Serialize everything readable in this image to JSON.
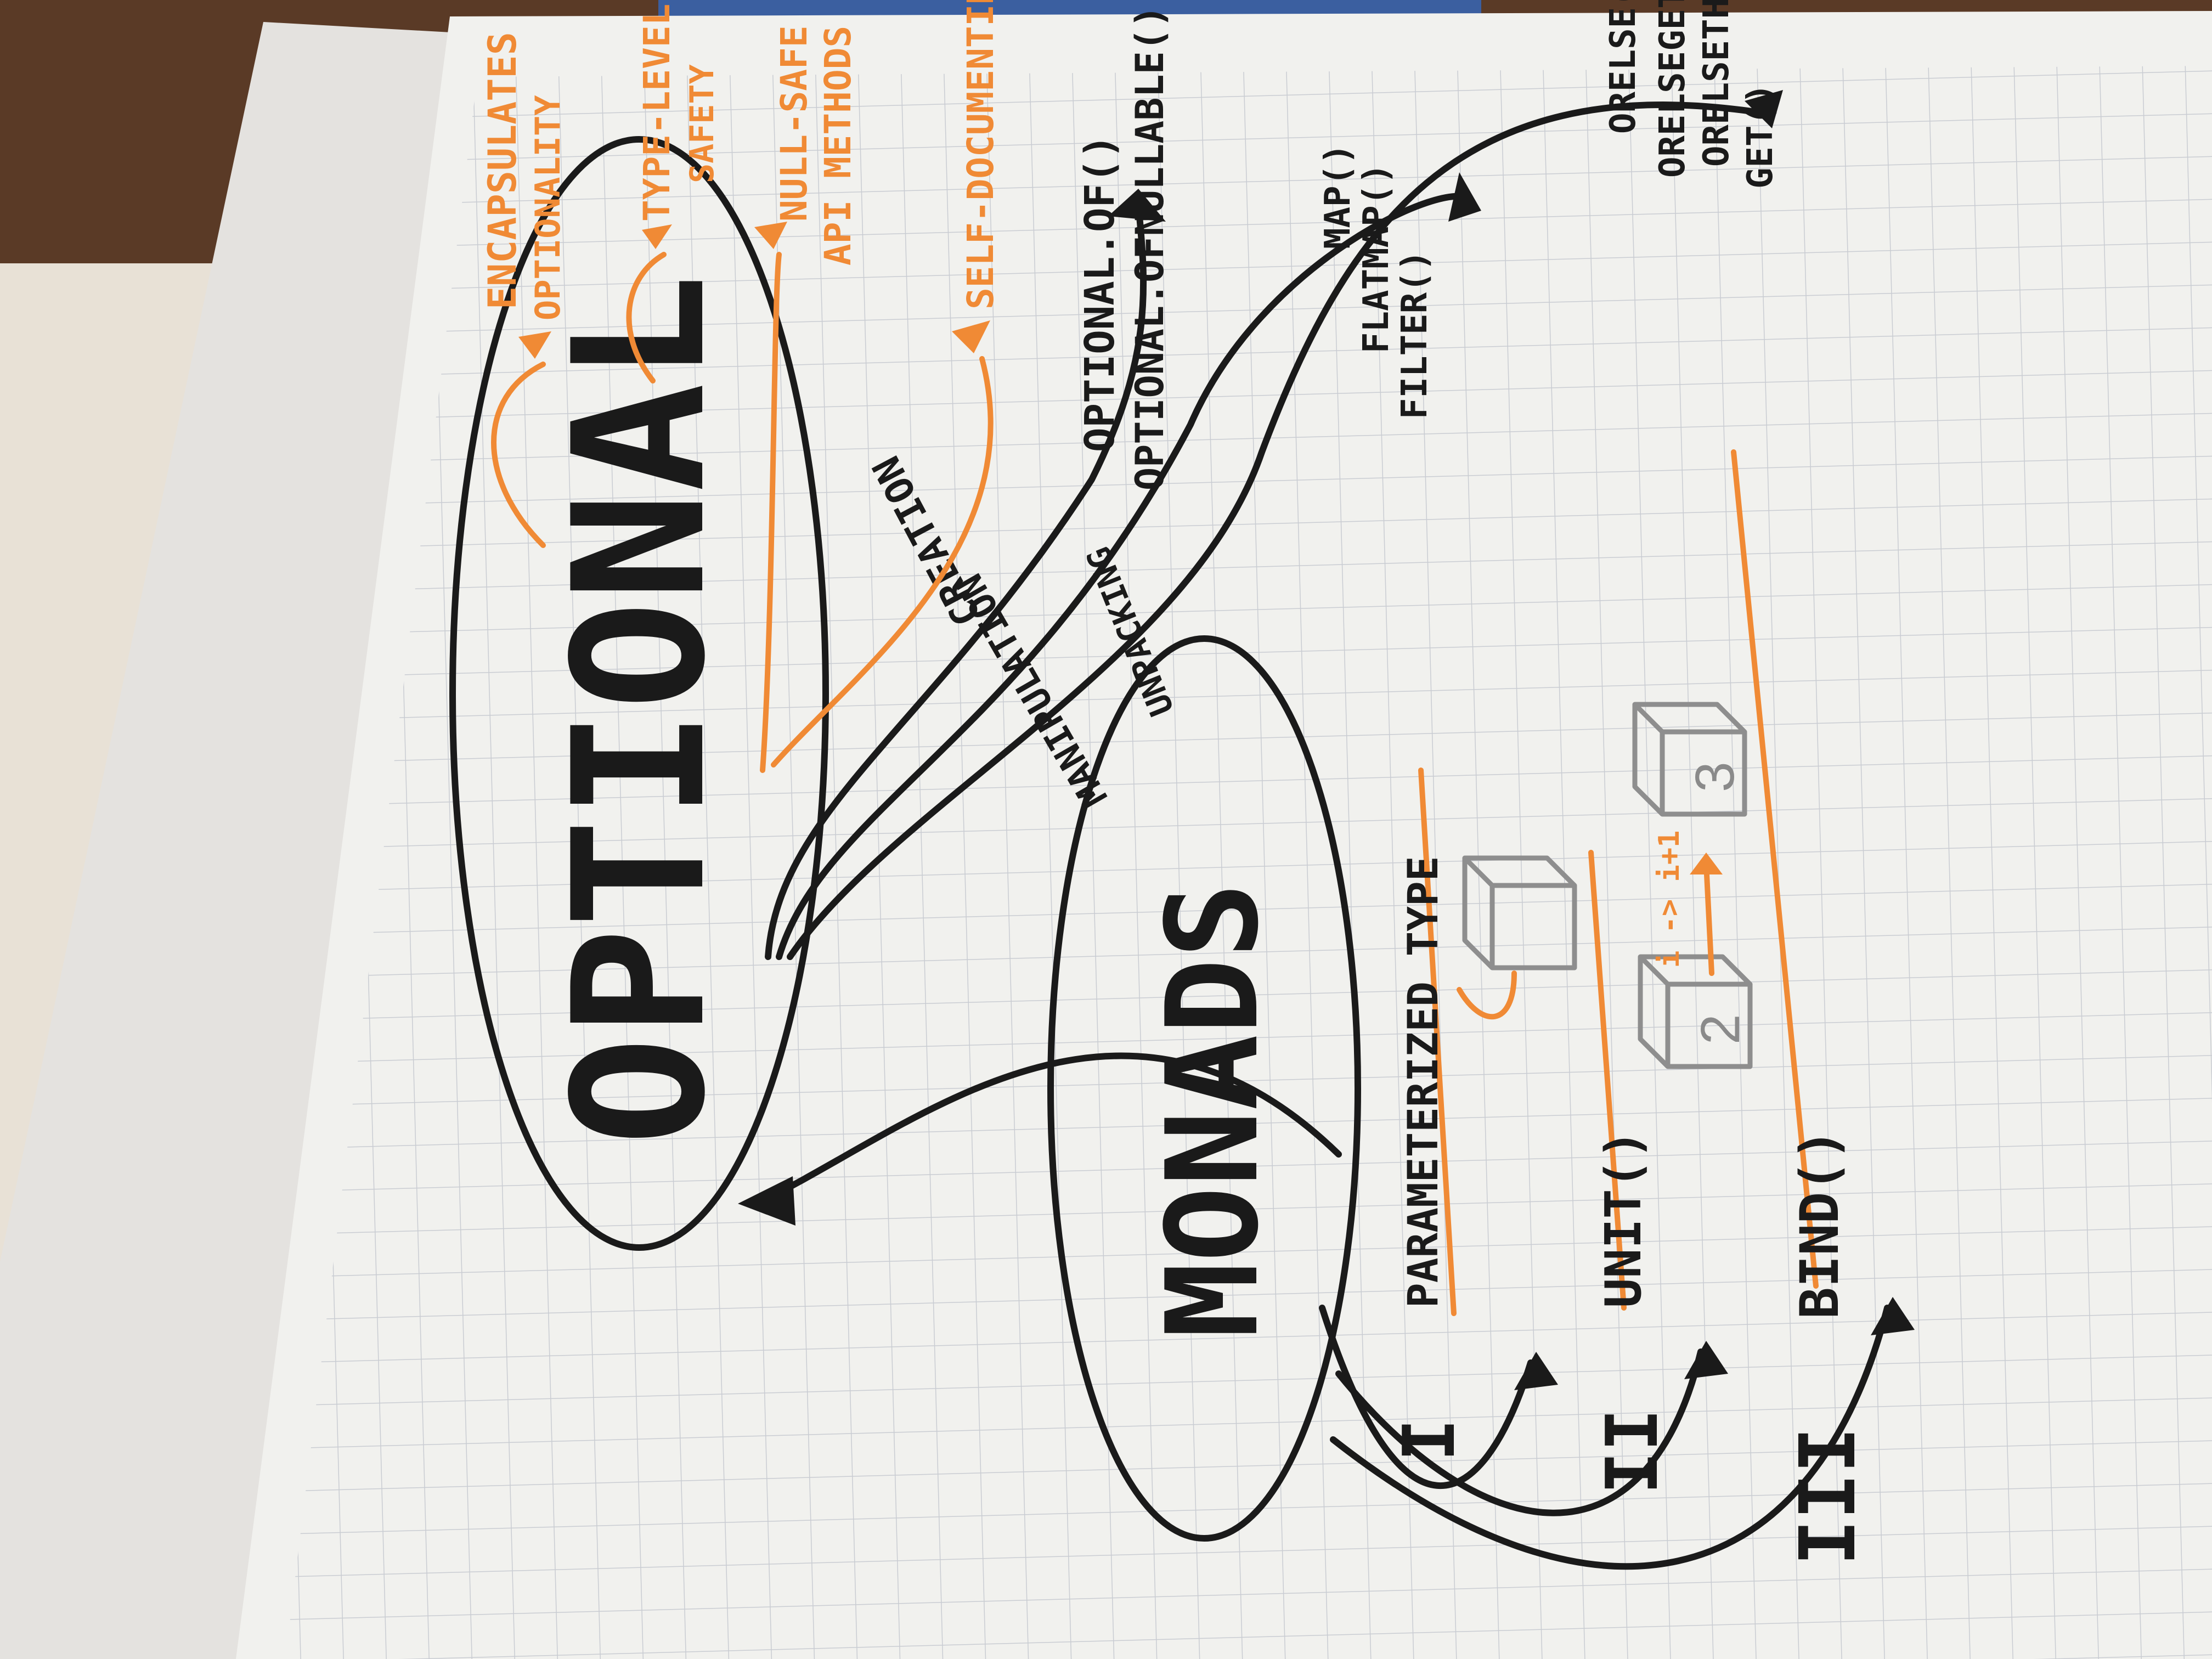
{
  "nodes": {
    "optional": "OPTIONAL",
    "monads": "MONADS"
  },
  "branches": {
    "creation": "CREATION",
    "manipulation": "MANIPULATION",
    "unpacking": "UNPACKING"
  },
  "benefits": [
    "ENCAPSULATES",
    "OPTIONALITY",
    "TYPE-LEVEL",
    "SAFETY",
    "NULL-SAFE",
    "API METHODS",
    "SELF-DOCUMENTING"
  ],
  "creation_methods": [
    "OPTIONAL.OF()",
    "OPTIONAL.OFNULLABLE()"
  ],
  "manipulation_methods": [
    "MAP()",
    "FLATMAP()",
    "FILTER()"
  ],
  "unpacking_methods": [
    "ORELSE()",
    "ORELSEGET()",
    "ORELSETHROW()",
    "GET()"
  ],
  "monad_laws": [
    {
      "numeral": "I",
      "label": "PARAMETERIZED TYPE"
    },
    {
      "numeral": "II",
      "label": "UNIT()"
    },
    {
      "numeral": "III",
      "label": "BIND()"
    }
  ],
  "sketch": {
    "transform": "i -> i+1",
    "box_labels": [
      "2",
      "3"
    ]
  },
  "colors": {
    "ink": "#1a1a1a",
    "accent": "#f08a35",
    "paper": "#f1f1ee",
    "grid": "#c9ccd2"
  }
}
